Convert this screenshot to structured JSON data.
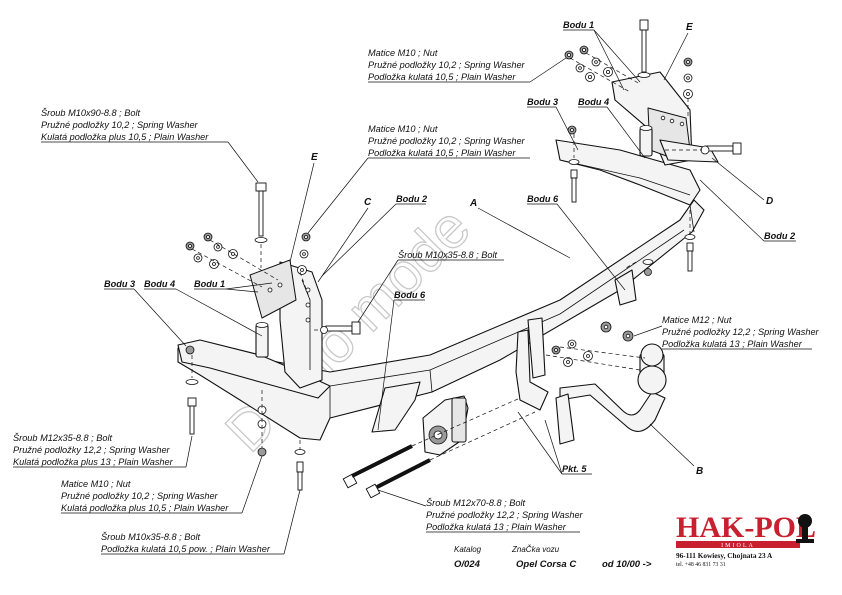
{
  "watermark": "Demo mode",
  "part_letters": {
    "A": "A",
    "B": "B",
    "C": "C",
    "D": "D",
    "E_left": "E",
    "E_right": "E"
  },
  "points": {
    "bodu1_top": "Bodu 1",
    "bodu3_right": "Bodu 3",
    "bodu4_right": "Bodu 4",
    "bodu6_right": "Bodu 6",
    "bodu2_right": "Bodu 2",
    "bodu2_mid": "Bodu 2",
    "bodu6_mid": "Bodu 6",
    "bodu3_left": "Bodu 3",
    "bodu4_left": "Bodu 4",
    "bodu1_left": "Bodu 1",
    "pkt5": "Pkt. 5"
  },
  "notes": {
    "top_nut": [
      "Matice  M10 ; Nut",
      "Pružné podložky 10,2 ; Spring Washer",
      "Podložka kulatá 10,5 ; Plain Washer"
    ],
    "bolt_m10x90": [
      "Šroub M10x90-8.8 ;  Bolt",
      "Pružné podložky 10,2 ; Spring Washer",
      "Kulatá podložka plus  10,5  ; Plain Washer"
    ],
    "mid_nut": [
      "Matice  M10 ; Nut",
      "Pružné podložky 10,2 ; Spring Washer",
      "Podložka kulatá 10,5 ; Plain Washer"
    ],
    "bolt_m10x35": [
      "Šroub M10x35-8.8 ;  Bolt"
    ],
    "nut_m12": [
      "Matice  M12 ; Nut",
      "Pružné podložky  12,2 ; Spring Washer",
      "Podložka kulatá 13 ; Plain Washer"
    ],
    "bolt_m12x35": [
      "Šroub M12x35-8.8 ;  Bolt",
      "Pružné podložky 12,2 ; Spring Washer",
      "Kulatá podložka plus 13 ; Plain Washer"
    ],
    "nut_m10_bottom": [
      "Matice  M10 ; Nut",
      "Pružné podložky 10,2 ; Spring Washer",
      "Kulatá podložka plus 10,5 ; Plain Washer"
    ],
    "bolt_m10x35_bottom": [
      "Šroub M10x35-8.8 ;  Bolt",
      "Podložka kulatá 10,5 pow. ; Plain Washer"
    ],
    "bolt_m12x70": [
      "Šroub M12x70-8.8 ;  Bolt",
      "Pružné podložky  12,2 ; Spring Washer",
      "Podložka kulatá 13 ; Plain Washer"
    ]
  },
  "catalog": {
    "katalog_label": "Katalog",
    "znacka_label": "ZnaČka vozu",
    "katalog_value": "O/024",
    "car_value": "Opel Corsa C",
    "date_value": "od  10/00 ->"
  },
  "logo": {
    "brand": "HAK-POL",
    "sub": "IMIOLA",
    "address": "96-111 Kowiesy, Chojnata 23 A",
    "phone": "tel. +48 46 831 73 31",
    "brand_color": "#c8202f"
  }
}
